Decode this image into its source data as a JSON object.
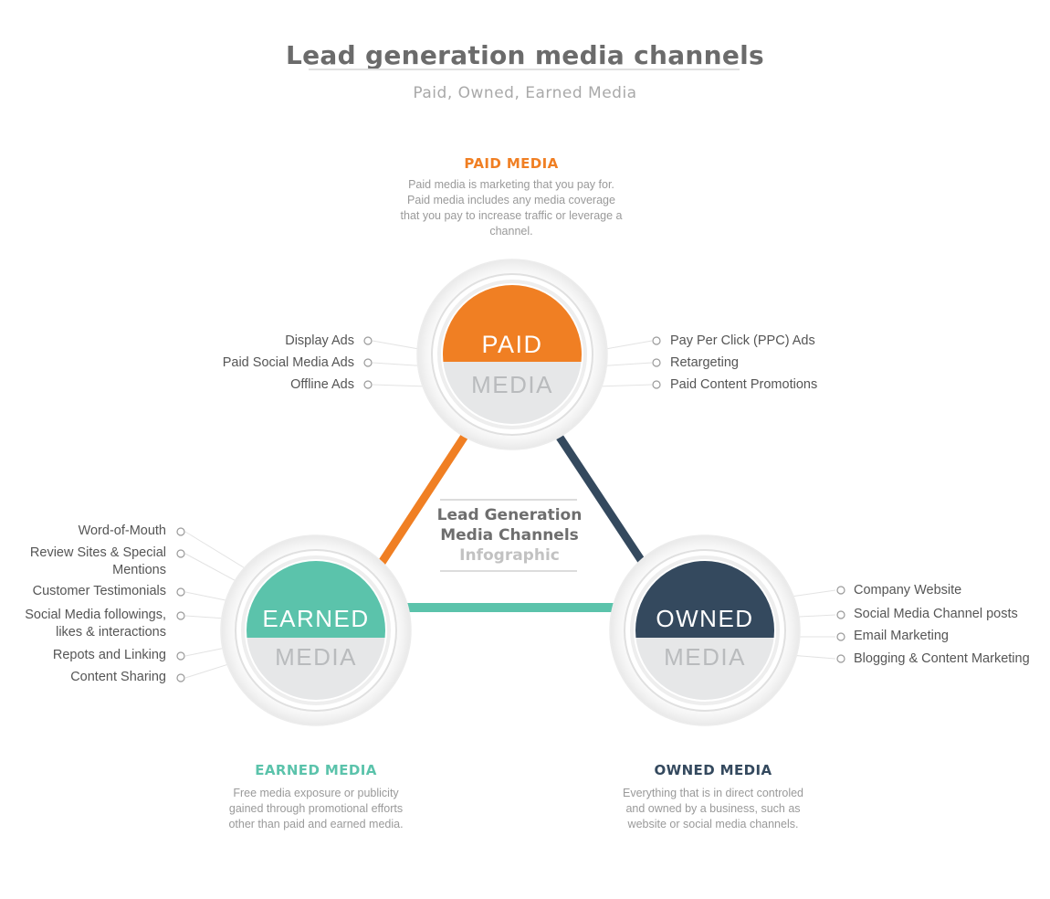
{
  "header": {
    "title": "Lead generation media channels",
    "subtitle": "Paid, Owned, Earned Media"
  },
  "center_label": {
    "line1": "Lead Generation",
    "line2": "Media Channels",
    "line3": "Infographic"
  },
  "colors": {
    "paid": "#f07f23",
    "owned": "#34495e",
    "earned": "#5bc3ab",
    "circle_bottom": "#e6e7e8",
    "muted_text": "#9a9a9a"
  },
  "paid": {
    "heading": "PAID MEDIA",
    "description": "Paid media is marketing that you pay for. Paid media includes any media coverage that you pay to increase traffic or leverage a channel.",
    "circle_top": "PAID",
    "circle_bottom": "MEDIA",
    "left_items": [
      "Display Ads",
      "Paid Social Media Ads",
      "Offline Ads"
    ],
    "right_items": [
      "Pay Per Click (PPC) Ads",
      "Retargeting",
      "Paid Content Promotions"
    ]
  },
  "earned": {
    "heading": "EARNED MEDIA",
    "description": "Free media exposure or publicity gained through promotional efforts other than paid and earned media.",
    "circle_top": "EARNED",
    "circle_bottom": "MEDIA",
    "items": [
      "Word-of-Mouth",
      "Review Sites & Special Mentions",
      "Customer Testimonials",
      "Social Media followings, likes & interactions",
      "Repots and Linking",
      "Content Sharing"
    ]
  },
  "owned": {
    "heading": "OWNED MEDIA",
    "description": "Everything that is in direct controled and owned by a business, such as website or social media channels.",
    "circle_top": "OWNED",
    "circle_bottom": "MEDIA",
    "items": [
      "Company Website",
      "Social Media Channel posts",
      "Email Marketing",
      "Blogging & Content Marketing"
    ]
  }
}
